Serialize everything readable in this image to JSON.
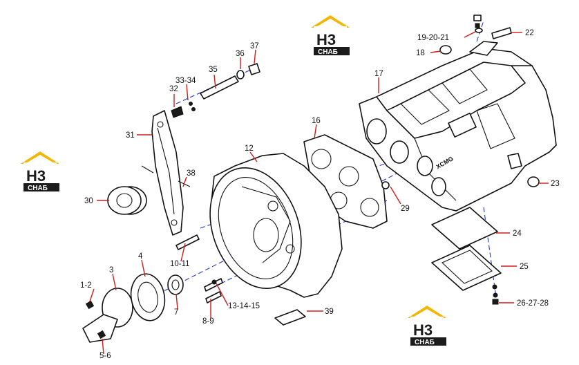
{
  "logo": {
    "mark": "H3",
    "text": "СНАБ",
    "accent": "#f2b705",
    "dark": "#1c1c1c"
  },
  "labels": [
    {
      "id": "l1",
      "text": "1-2"
    },
    {
      "id": "l2",
      "text": "3"
    },
    {
      "id": "l3",
      "text": "4"
    },
    {
      "id": "l4",
      "text": "5-6"
    },
    {
      "id": "l5",
      "text": "7"
    },
    {
      "id": "l6",
      "text": "8-9"
    },
    {
      "id": "l7",
      "text": "10-11"
    },
    {
      "id": "l8",
      "text": "12"
    },
    {
      "id": "l9",
      "text": "13-14-15"
    },
    {
      "id": "l10",
      "text": "16"
    },
    {
      "id": "l11",
      "text": "17"
    },
    {
      "id": "l12",
      "text": "18"
    },
    {
      "id": "l13",
      "text": "19-20-21"
    },
    {
      "id": "l14",
      "text": "22"
    },
    {
      "id": "l15",
      "text": "23"
    },
    {
      "id": "l16",
      "text": "24"
    },
    {
      "id": "l17",
      "text": "25"
    },
    {
      "id": "l18",
      "text": "26-27-28"
    },
    {
      "id": "l19",
      "text": "29"
    },
    {
      "id": "l20",
      "text": "30"
    },
    {
      "id": "l21",
      "text": "31"
    },
    {
      "id": "l22",
      "text": "32"
    },
    {
      "id": "l23",
      "text": "33-34"
    },
    {
      "id": "l24",
      "text": "35"
    },
    {
      "id": "l25",
      "text": "36"
    },
    {
      "id": "l26",
      "text": "37"
    },
    {
      "id": "l27",
      "text": "38"
    },
    {
      "id": "l28",
      "text": "39"
    }
  ]
}
